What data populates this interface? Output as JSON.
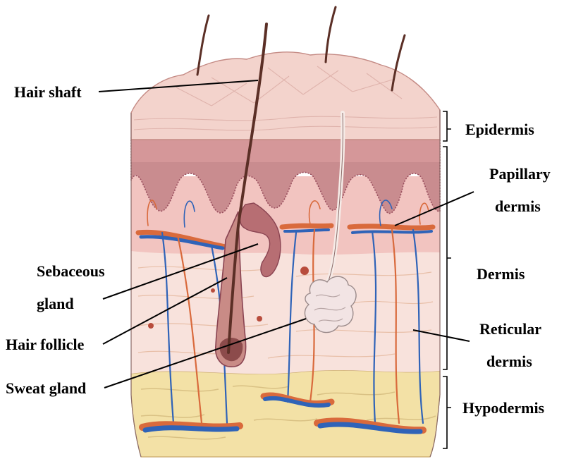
{
  "labels": {
    "hair_shaft": "Hair shaft",
    "sebaceous_gland_1": "Sebaceous",
    "sebaceous_gland_2": "gland",
    "hair_follicle": "Hair follicle",
    "sweat_gland": "Sweat gland",
    "epidermis": "Epidermis",
    "papillary_1": "Papillary",
    "papillary_2": "dermis",
    "dermis": "Dermis",
    "reticular_1": "Reticular",
    "reticular_2": "dermis",
    "hypodermis": "Hypodermis"
  },
  "colors": {
    "epidermis": "#f3d3cc",
    "stratum_basale": "#c97d83",
    "papillary_dermis": "#f2c4c0",
    "reticular_dermis": "#f8e2dc",
    "hypodermis": "#f3e1a6",
    "artery": "#d96a3c",
    "vein": "#2f63b8",
    "hair": "#6b3a2e",
    "follicle": "#c98b86"
  }
}
